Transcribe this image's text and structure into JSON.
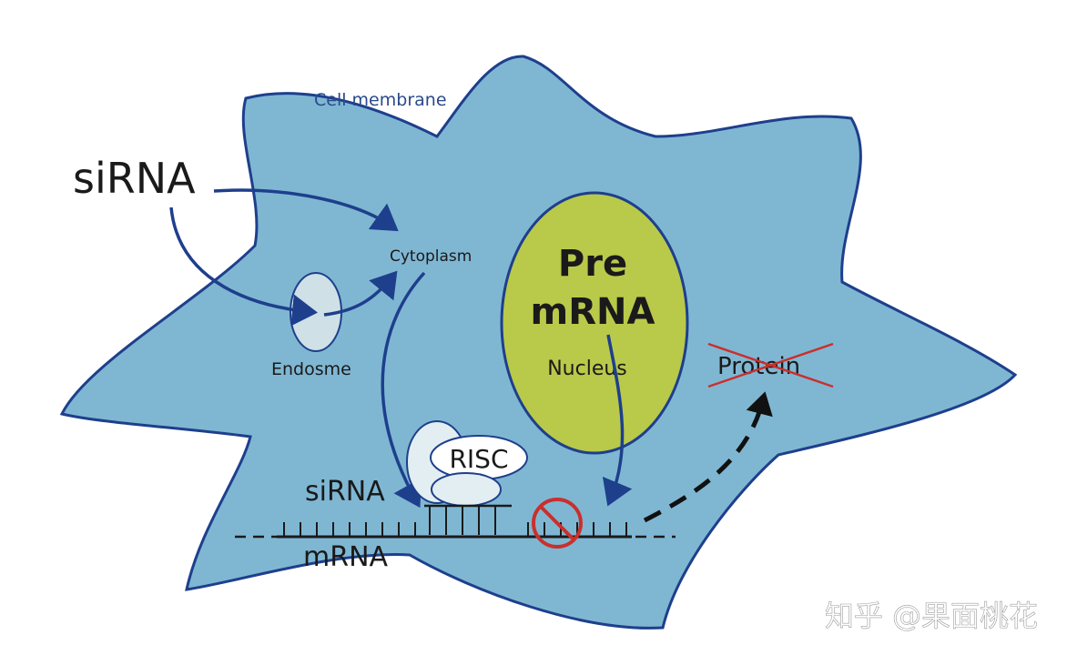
{
  "labels": {
    "cell_membrane": "Cell membrane",
    "sirna_outside": "siRNA",
    "cytoplasm": "Cytoplasm",
    "endosome": "Endosme",
    "pre": "Pre",
    "mrna_nucleus": "mRNA",
    "nucleus": "Nucleus",
    "protein": "Protein",
    "risc": "RISC",
    "sirna_strand": "siRNA",
    "mrna_strand": "mRNA",
    "watermark": "知乎 @果面桃花"
  },
  "colors": {
    "cell_fill": "#7fb7d3",
    "cell_stroke": "#1e3f8c",
    "nucleus_fill": "#b9c94a",
    "endosome_fill": "#cfe0e6",
    "risc_fill": "#e3eef2",
    "arrow": "#1e3f8c",
    "block": "#c9302c",
    "strand": "#1a1a1a"
  }
}
